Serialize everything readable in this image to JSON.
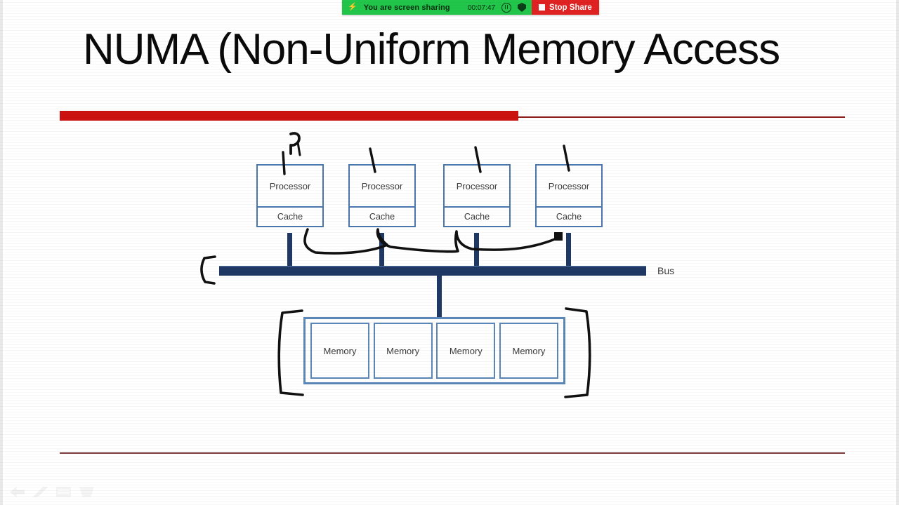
{
  "share_bar": {
    "bolt_icon": "lightning-bolt-icon",
    "status_text": "You are screen sharing",
    "timer": "00:07:47",
    "pause_icon": "pause-circle-icon",
    "shield_icon": "shield-icon",
    "stop_label": "Stop Share",
    "green_color": "#21c64a",
    "stop_color": "#e02222"
  },
  "slide": {
    "title": "NUMA (Non-Uniform Memory Access",
    "accent_bar_color": "#cc1111",
    "rule_color": "#8b1b1b"
  },
  "diagram": {
    "node_border_color": "#4a77ad",
    "bus_color": "#1f3864",
    "bus_label": "Bus",
    "processors": [
      {
        "processor_label": "Processor",
        "cache_label": "Cache"
      },
      {
        "processor_label": "Processor",
        "cache_label": "Cache"
      },
      {
        "processor_label": "Processor",
        "cache_label": "Cache"
      },
      {
        "processor_label": "Processor",
        "cache_label": "Cache"
      }
    ],
    "memories": [
      {
        "label": "Memory"
      },
      {
        "label": "Memory"
      },
      {
        "label": "Memory"
      },
      {
        "label": "Memory"
      }
    ],
    "annotations": {
      "p1_label": "P",
      "p1_subscript": "1"
    }
  },
  "toolbar": {
    "items": [
      {
        "icon": "back-arrow-icon"
      },
      {
        "icon": "pen-icon"
      },
      {
        "icon": "lines-icon"
      },
      {
        "icon": "shape-icon"
      }
    ]
  }
}
